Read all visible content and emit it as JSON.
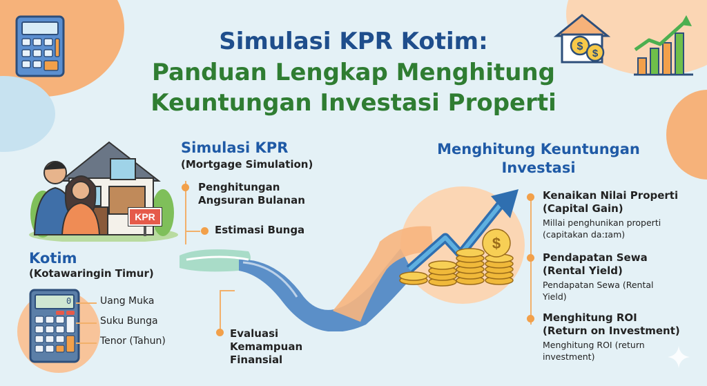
{
  "title": {
    "line1": "Simulasi KPR Kotim:",
    "line2": "Panduan Lengkap Menghitung",
    "line3": "Keuntungan Investasi Properti"
  },
  "location": {
    "name": "Kotim",
    "full": "(Kotawaringin Timur)",
    "sign": "KPR"
  },
  "calculator_inputs": [
    "Uang Muka",
    "Suku Bunga",
    "Tenor (Tahun)"
  ],
  "calculator_display": "0",
  "simulation": {
    "title": "Simulasi KPR",
    "subtitle": "(Mortgage Simulation)",
    "items": [
      {
        "line1": "Penghitungan",
        "line2": "Angsuran Bulanan"
      },
      {
        "line1": "Estimasi Bunga"
      }
    ],
    "final": {
      "line1": "Evaluasi",
      "line2": "Kemampuan",
      "line3": "Finansial"
    }
  },
  "profit": {
    "title_line1": "Menghitung Keuntungan",
    "title_line2": "Investasi",
    "items": [
      {
        "h1": "Kenaikan Nilai Properti",
        "h2": "(Capital Gain)",
        "d1": "Millai penghunikan properti",
        "d2": "(capitakan da:ɪam)"
      },
      {
        "h1": "Pendapatan Sewa",
        "h2": "(Rental Yield)",
        "d1": "Pendapatan Sewa (Rental",
        "d2": "Yield)"
      },
      {
        "h1": "Menghitung ROI",
        "h2": "(Return on Investment)",
        "d1": "Menghitung ROI (return",
        "d2": "investment)"
      }
    ]
  },
  "icons": [
    "calculator-icon",
    "house-dollar-icon",
    "bar-chart-growth-icon",
    "coins-icon",
    "sparkle-icon"
  ],
  "colors": {
    "title_blue": "#1f4e8c",
    "title_green": "#2f7d32",
    "accent_orange": "#f2a04a",
    "background": "#e4f1f6"
  }
}
